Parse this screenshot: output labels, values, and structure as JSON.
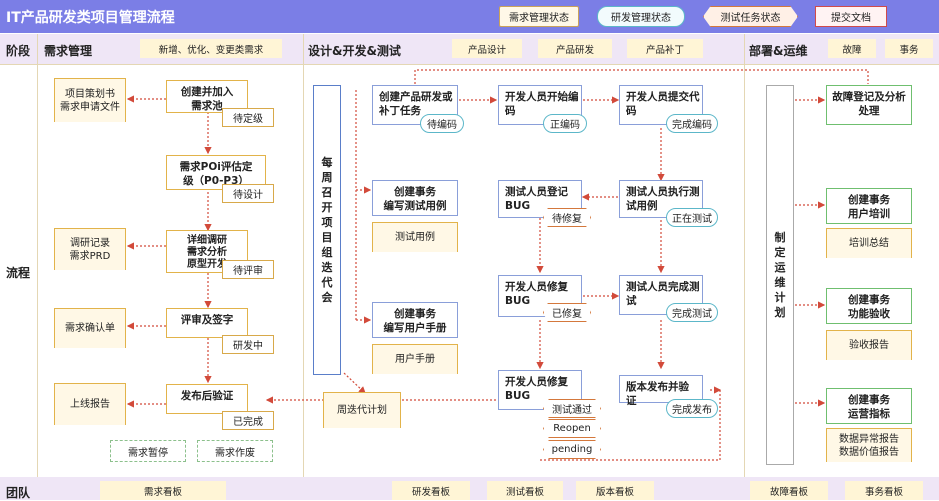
{
  "title": "IT产品研发类项目管理流程",
  "legend": {
    "demand": "需求管理状态",
    "dev": "研发管理状态",
    "test": "测试任务状态",
    "doc": "提交文档"
  },
  "header": {
    "stage": "阶段",
    "col1": "需求管理",
    "col1_tag": "新增、优化、变更类需求",
    "col2": "设计&开发&测试",
    "col2_tags": [
      "产品设计",
      "产品研发",
      "产品补丁"
    ],
    "col3": "部署&运维",
    "col3_tags": [
      "故障",
      "事务"
    ]
  },
  "row_flow": "流程",
  "row_team": "团队",
  "team_tags": [
    "需求看板",
    "研发看板",
    "测试看板",
    "版本看板",
    "故障看板",
    "事务看板"
  ],
  "demand": {
    "doc1": "项目策划书\n需求申请文件",
    "doc2": "调研记录\n需求PRD",
    "doc3": "需求确认单",
    "doc4": "上线报告",
    "p1": "创建并加入\n需求池",
    "s1": "待定级",
    "p2": "需求POi评估定\n级（P0-P3）",
    "s2": "待设计",
    "p3": "详细调研\n需求分析\n原型开发",
    "s3": "待评审",
    "p4": "评审及签字",
    "s4": "研发中",
    "p5": "发布后验证",
    "s5": "已完成",
    "d1": "需求暂停",
    "d2": "需求作废"
  },
  "dev": {
    "weekly": "每\n周\n召\n开\n项\n目\n组\n迭\n代\n会",
    "iter_doc": "周迭代计划",
    "a1": "创建产品研发或\n补丁任务",
    "a1s": "待编码",
    "a2": "创建事务\n编写测试用例",
    "a2d": "测试用例",
    "a3": "创建事务\n编写用户手册",
    "a3d": "用户手册",
    "b1": "开发人员开始编\n码",
    "b1s": "正编码",
    "b2": "测试人员登记\nBUG",
    "b2s": "待修复",
    "b3": "开发人员修复\nBUG",
    "b3s": "已修复",
    "b4": "开发人员修复\nBUG",
    "b4s": [
      "测试通过",
      "Reopen",
      "pending"
    ],
    "c1": "开发人员提交代\n码",
    "c1s": "完成编码",
    "c2": "测试人员执行测\n试用例",
    "c2s": "正在测试",
    "c3": "测试人员完成测\n试",
    "c3s": "完成测试",
    "c4": "版本发布并验证",
    "c4s": "完成发布"
  },
  "ops": {
    "plan": "制\n定\n运\n维\n计\n划",
    "f1": "故障登记及分析\n处理",
    "t1": "创建事务\n用户培训",
    "t1d": "培训总结",
    "t2": "创建事务\n功能验收",
    "t2d": "验收报告",
    "t3": "创建事务\n运营指标",
    "t3d": "数据异常报告\n数据价值报告"
  },
  "colors": {
    "title_bg": "#7b7ee6",
    "header_bg": "#efe6f6",
    "arrow": "#d24a3a"
  }
}
